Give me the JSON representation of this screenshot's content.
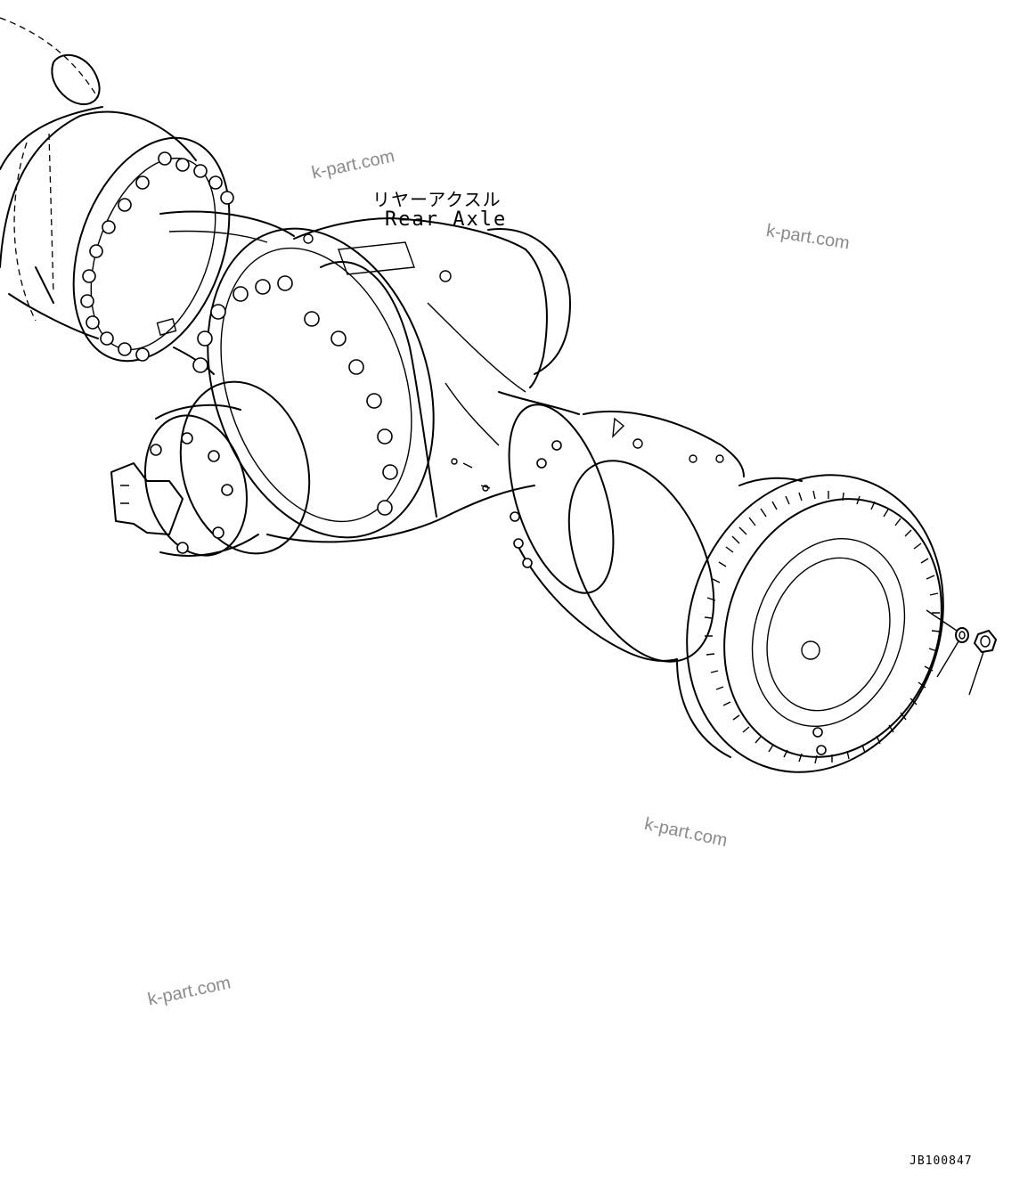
{
  "callout": {
    "japanese": "リヤーアクスル",
    "english": "Rear Axle"
  },
  "drawing_code": "JB100847",
  "watermarks": [
    "k-part.com",
    "k-part.com",
    "k-part.com",
    "k-part.com"
  ],
  "colors": {
    "line": "#000000",
    "background": "#ffffff",
    "watermark": "#8a8a8a"
  }
}
